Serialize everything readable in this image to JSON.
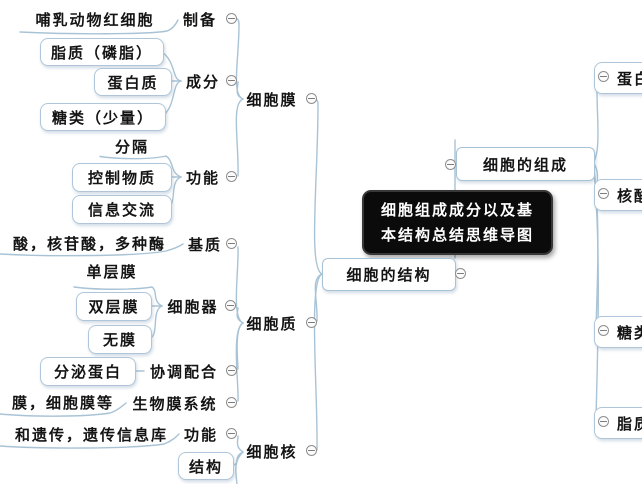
{
  "central": {
    "line1": "细胞组成成分以及基",
    "line2": "本结构总结思维导图"
  },
  "icons": {
    "collapse": "−"
  },
  "colors": {
    "wire": "#a9c3d6",
    "box_border": "#b0c6d8",
    "central_bg": "#0b0b0b",
    "central_text": "#ffffff"
  },
  "nodes": {
    "cell_structure": {
      "label": "细胞的结构"
    },
    "cell_composition": {
      "label": "细胞的组成"
    },
    "membrane": {
      "label": "细胞膜"
    },
    "cytoplasm": {
      "label": "细胞质"
    },
    "nucleus": {
      "label": "细胞核"
    },
    "preparation": {
      "label": "制备"
    },
    "mammal_rbc": {
      "label": "哺乳动物红细胞"
    },
    "composition": {
      "label": "成分"
    },
    "lipid_phospholipid": {
      "label": "脂质（磷脂）"
    },
    "protein": {
      "label": "蛋白质"
    },
    "sugar_small": {
      "label": "糖类（少量）"
    },
    "membrane_function": {
      "label": "功能"
    },
    "separation": {
      "label": "分隔"
    },
    "control_substance": {
      "label": "控制物质"
    },
    "info_exchange": {
      "label": "信息交流"
    },
    "matrix": {
      "label": "基质"
    },
    "matrix_detail": {
      "label": "酸，核苷酸，多种酶"
    },
    "organelles": {
      "label": "细胞器"
    },
    "single_membrane": {
      "label": "单层膜"
    },
    "double_membrane": {
      "label": "双层膜"
    },
    "no_membrane": {
      "label": "无膜"
    },
    "coordination": {
      "label": "协调配合"
    },
    "secretory_protein": {
      "label": "分泌蛋白"
    },
    "biomembrane_system": {
      "label": "生物膜系统"
    },
    "biomembrane_detail": {
      "label": "膜，细胞膜等"
    },
    "nucleus_function": {
      "label": "功能"
    },
    "nucleus_function_detail": {
      "label": "和遗传，遗传信息库"
    },
    "nucleus_structure": {
      "label": "结构"
    },
    "r_protein": {
      "label": "蛋白质"
    },
    "r_nucleic_acid": {
      "label": "核酸"
    },
    "r_sugar": {
      "label": "糖类"
    },
    "r_lipid": {
      "label": "脂质"
    }
  }
}
